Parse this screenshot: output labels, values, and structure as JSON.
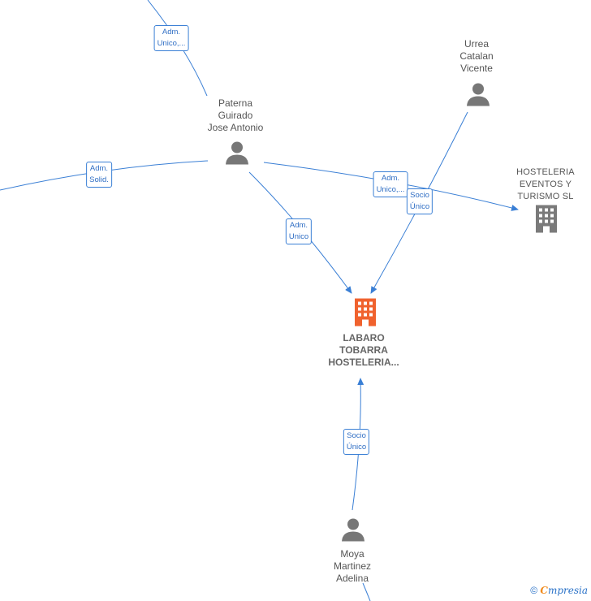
{
  "nodes": {
    "paterna": {
      "label": "Paterna\nGuirado\nJose Antonio",
      "type": "person"
    },
    "urrea": {
      "label": "Urrea\nCatalan\nVicente",
      "type": "person"
    },
    "moya": {
      "label": "Moya\nMartinez\nAdelina",
      "type": "person"
    },
    "hosteleria": {
      "label": "HOSTELERIA\nEVENTOS Y\nTURISMO  SL",
      "type": "company"
    },
    "labaro": {
      "label": "LABARO\nTOBARRA\nHOSTELERIA...",
      "type": "company-main"
    }
  },
  "edges": {
    "top_to_paterna": "Adm.\nUnico,...",
    "left_solid": "Adm.\nSolid.",
    "paterna_hosteleria": "Adm.\nUnico,...",
    "urrea_socio": "Socio\nÚnico",
    "paterna_labaro": "Adm.\nUnico",
    "moya_labaro": "Socio\nÚnico"
  },
  "colors": {
    "edge": "#3a7fd5",
    "person_icon": "#777777",
    "company_icon": "#7a7a7a",
    "main_company_icon": "#f0622e"
  },
  "footer": {
    "copyright": "©",
    "brand_first": "C",
    "brand_rest": "mpresia"
  }
}
